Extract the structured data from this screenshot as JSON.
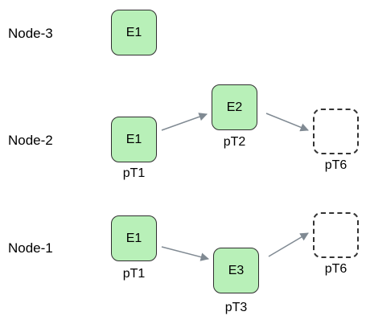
{
  "rows": {
    "node3": {
      "label": "Node-3"
    },
    "node2": {
      "label": "Node-2"
    },
    "node1": {
      "label": "Node-1"
    }
  },
  "nodes": {
    "n3_e1": {
      "name": "E1"
    },
    "n2_e1": {
      "name": "E1",
      "sub": "pT1"
    },
    "n2_e2": {
      "name": "E2",
      "sub": "pT2"
    },
    "n2_p6": {
      "sub": "pT6"
    },
    "n1_e1": {
      "name": "E1",
      "sub": "pT1"
    },
    "n1_e3": {
      "name": "E3",
      "sub": "pT3"
    },
    "n1_p6": {
      "sub": "pT6"
    }
  },
  "colors": {
    "task_fill": "#b8f0b8",
    "arrow": "#808a93",
    "border": "#2f2f2f"
  }
}
